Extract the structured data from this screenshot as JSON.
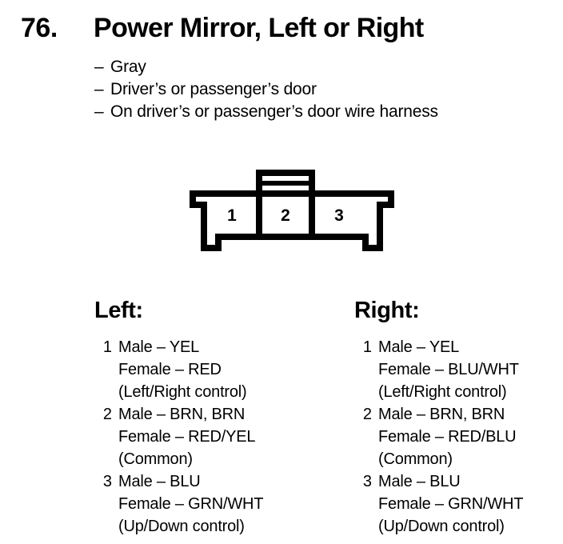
{
  "header": {
    "number": "76.",
    "title": "Power Mirror, Left or Right"
  },
  "bullets": [
    {
      "dash": "–",
      "text": "Gray"
    },
    {
      "dash": "–",
      "text": "Driver’s or passenger’s door"
    },
    {
      "dash": "–",
      "text": "On driver’s or passenger’s door wire harness"
    }
  ],
  "connector": {
    "pin_labels": [
      "1",
      "2",
      "3"
    ]
  },
  "columns": [
    {
      "heading": "Left:",
      "entries": [
        {
          "index": "1",
          "lines": [
            "Male – YEL",
            "Female – RED",
            "(Left/Right control)"
          ]
        },
        {
          "index": "2",
          "lines": [
            "Male – BRN, BRN",
            "Female – RED/YEL",
            "(Common)"
          ]
        },
        {
          "index": "3",
          "lines": [
            "Male – BLU",
            "Female – GRN/WHT",
            "(Up/Down control)"
          ]
        }
      ]
    },
    {
      "heading": "Right:",
      "entries": [
        {
          "index": "1",
          "lines": [
            "Male – YEL",
            "Female – BLU/WHT",
            "(Left/Right control)"
          ]
        },
        {
          "index": "2",
          "lines": [
            "Male – BRN, BRN",
            "Female – RED/BLU",
            "(Common)"
          ]
        },
        {
          "index": "3",
          "lines": [
            "Male – BLU",
            "Female – GRN/WHT",
            "(Up/Down control)"
          ]
        }
      ]
    }
  ],
  "colors": {
    "ink": "#000000",
    "paper": "#ffffff"
  }
}
